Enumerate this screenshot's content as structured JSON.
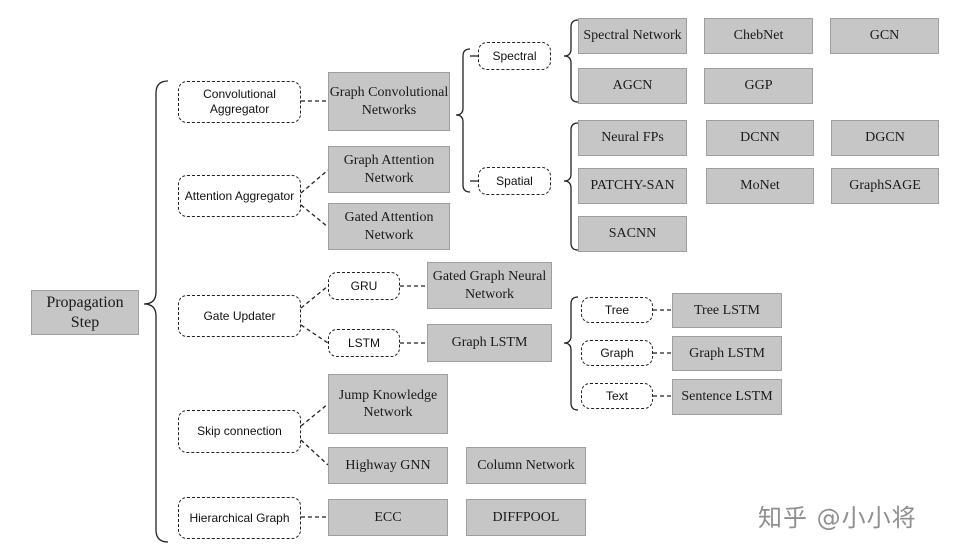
{
  "root": "Propagation Step",
  "categories": {
    "convolutional": "Convolutional Aggregator",
    "attention": "Attention Aggregator",
    "gate": "Gate Updater",
    "skip": "Skip connection",
    "hierarchical": "Hierarchical Graph"
  },
  "sub_labels": {
    "spectral": "Spectral",
    "spatial": "Spatial",
    "gru": "GRU",
    "lstm": "LSTM",
    "tree": "Tree",
    "graph": "Graph",
    "text": "Text"
  },
  "models": {
    "gcn_family": "Graph Convolutional Networks",
    "spectral_network": "Spectral Network",
    "chebnet": "ChebNet",
    "gcn": "GCN",
    "agcn": "AGCN",
    "ggp": "GGP",
    "neural_fps": "Neural FPs",
    "dcnn": "DCNN",
    "dgcn": "DGCN",
    "patchy_san": "PATCHY-SAN",
    "monet": "MoNet",
    "graphsage": "GraphSAGE",
    "sacnn": "SACNN",
    "gat": "Graph Attention Network",
    "gaan": "Gated Attention Network",
    "ggnn": "Gated Graph Neural Network",
    "graph_lstm": "Graph LSTM",
    "tree_lstm": "Tree LSTM",
    "graph_lstm_2": "Graph LSTM",
    "sentence_lstm": "Sentence LSTM",
    "jkn": "Jump Knowledge Network",
    "highway_gnn": "Highway GNN",
    "column_network": "Column Network",
    "ecc": "ECC",
    "diffpool": "DIFFPOOL"
  },
  "watermark": "知乎 @小小将",
  "colors": {
    "box_fill": "#c6c6c6",
    "box_border": "#9e9e9e",
    "line": "#222222",
    "watermark": "#8f8f8f"
  }
}
